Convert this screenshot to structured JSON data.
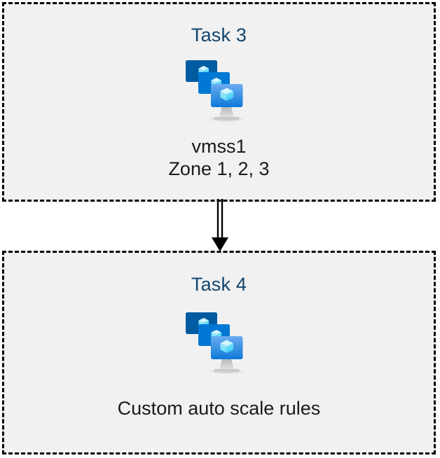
{
  "diagram": {
    "type": "flow",
    "orientation": "vertical",
    "background_color": "#ffffff",
    "box_fill_color": "#f1f1f1",
    "box_border_color": "#000000",
    "box_border_style": "dashed",
    "title_color": "#12456e",
    "label_color": "#1a1a1a",
    "connector_color": "#000000",
    "nodes": [
      {
        "id": "task-3",
        "title": "Task 3",
        "icon": "azure-virtual-machine-scale-set-icon",
        "labels": [
          "vmss1",
          "Zone 1, 2, 3"
        ]
      },
      {
        "id": "task-4",
        "title": "Task 4",
        "icon": "azure-virtual-machine-scale-set-icon",
        "labels": [
          "Custom auto scale rules"
        ]
      }
    ],
    "connectors": [
      {
        "id": "task3-to-task4",
        "from": "task-3",
        "to": "task-4",
        "style": "double-line",
        "arrowhead": "filled-triangle",
        "direction": "down"
      }
    ]
  },
  "boxes": {
    "top": {
      "title": "Task 3",
      "line1": "vmss1",
      "line2": "Zone 1, 2, 3"
    },
    "bottom": {
      "title": "Task 4",
      "line1": "Custom auto scale rules"
    }
  },
  "icons": {
    "vmss": {
      "name": "azure-virtual-machine-scale-set-icon",
      "colors": {
        "back_screen": "#005ba1",
        "mid_screen": "#0078d4",
        "front_screen_top": "#5ea0ef",
        "front_screen_bottom": "#0f7fd9",
        "cube_light": "#c3f1ff",
        "cube_mid": "#9cebff",
        "cube_dark": "#50e6ff",
        "stand": "#b3b3b3"
      }
    }
  }
}
